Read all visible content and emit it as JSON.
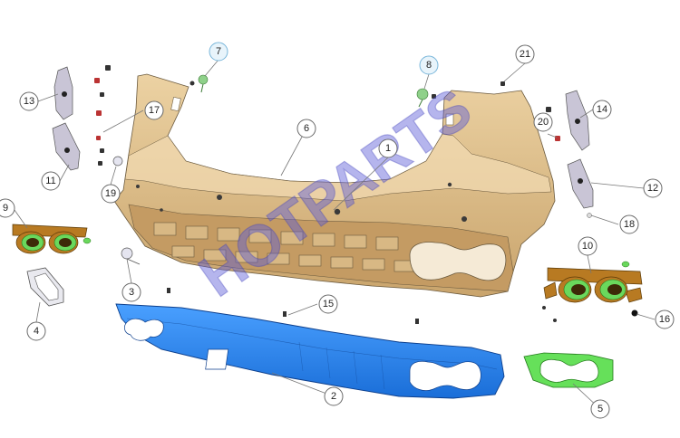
{
  "watermark": {
    "text": "HOTPARTS"
  },
  "callouts": [
    {
      "label": "1",
      "highlight": false
    },
    {
      "label": "2",
      "highlight": false
    },
    {
      "label": "3",
      "highlight": false
    },
    {
      "label": "4",
      "highlight": false
    },
    {
      "label": "5",
      "highlight": false
    },
    {
      "label": "6",
      "highlight": false
    },
    {
      "label": "7",
      "highlight": true
    },
    {
      "label": "8",
      "highlight": true
    },
    {
      "label": "9",
      "highlight": false
    },
    {
      "label": "10",
      "highlight": false
    },
    {
      "label": "11",
      "highlight": false
    },
    {
      "label": "12",
      "highlight": false
    },
    {
      "label": "13",
      "highlight": false
    },
    {
      "label": "14",
      "highlight": false
    },
    {
      "label": "15",
      "highlight": false
    },
    {
      "label": "16",
      "highlight": false
    },
    {
      "label": "17",
      "highlight": false
    },
    {
      "label": "18",
      "highlight": false
    },
    {
      "label": "19",
      "highlight": false
    },
    {
      "label": "20",
      "highlight": false
    },
    {
      "label": "21",
      "highlight": false
    }
  ],
  "colors": {
    "bumper_cover": "#e0c08c",
    "lower_valance": "#2e86f0",
    "tip_bezel": "#66e05a",
    "exhaust_bracket": "#b87a22",
    "bracket_gray": "#c9c5d6"
  }
}
